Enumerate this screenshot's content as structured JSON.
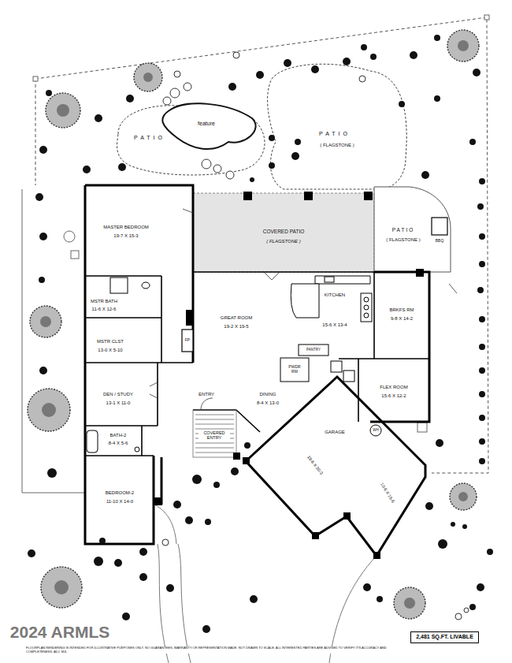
{
  "diagram": {
    "nodes": [
      {
        "text": [
          "2,481 SQ.FT. LIVABLE"
        ]
      }
    ],
    "labels": [
      "PATIO",
      "feature",
      "PATIO",
      "( FLAGSTONE )",
      "COVERED PATIO",
      "( FLAGSTONE )",
      "PATIO",
      "( FLAGSTONE )",
      "BBQ",
      "MASTER BEDROOM",
      "19-7 X 15-3",
      "MSTR BATH",
      "11-6 X 12-6",
      "MSTR CLST",
      "13-0 X 5-10",
      "DEN / STUDY",
      "13-1 X 11-0",
      "BATH-2",
      "8-4 X 5-6",
      "BEDROOM-2",
      "11-10 X 14-0",
      "FP",
      "GREAT ROOM",
      "19-2 X 19-5",
      "KITCHEN",
      "15-6 X 13-4",
      "BRKFS RM",
      "9-8 X 14-2",
      "PANTRY",
      "PWDR RM",
      "FLEX ROOM",
      "15-6 X 12-2",
      "WH",
      "ENTRY",
      "DINING",
      "8-4 X 13-0",
      "COVERED ENTRY",
      "GARAGE",
      "19-6 X 20-3",
      "10-6 X 15-6",
      "2024 ARMLS",
      "FLOORPLAN RENDERING IS INTENDED FOR ILLUSTRATIVE PURPOSES ONLY. NO GUARANTEES, WARRANTY OR REPRESENTATION MADE. NOT DRAWN TO SCALE. ALL INTERESTED PARTIES ARE ADVISED TO VERIFY ITS ACCURACY AND COMPLETENESS. ADJ. MJL"
    ]
  }
}
